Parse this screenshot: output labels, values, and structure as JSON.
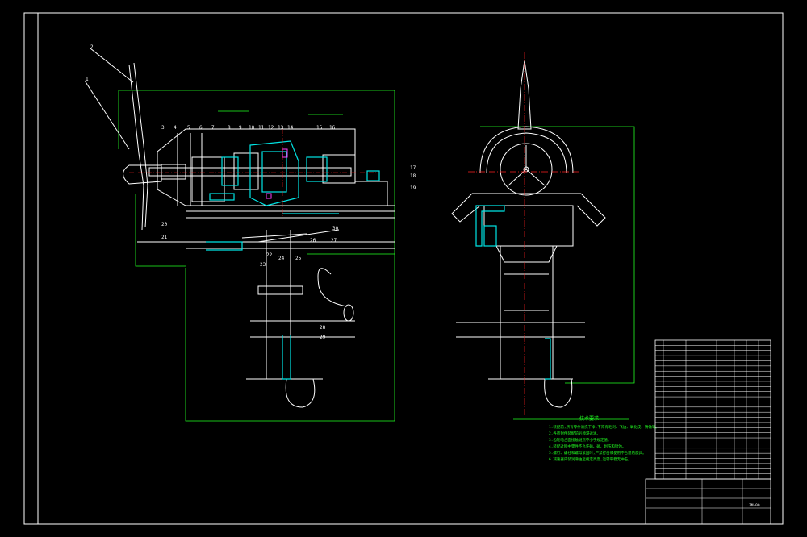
{
  "drawing": {
    "background": "#000000",
    "colors": {
      "frame": "#ffffff",
      "outline": "#22ff22",
      "part": "#ffffff",
      "section": "#00e5e5",
      "centerline": "#ff2020",
      "accent": "#ff40ff"
    }
  },
  "side_view": {
    "callouts": [
      "2",
      "1",
      "3",
      "4",
      "5",
      "6",
      "7",
      "8",
      "9",
      "10",
      "11",
      "12",
      "13",
      "14",
      "15",
      "16",
      "17",
      "18",
      "19",
      "20",
      "21",
      "22",
      "23",
      "24",
      "25",
      "26",
      "27",
      "28",
      "29",
      "30"
    ]
  },
  "tech_notes": {
    "title": "技术要求",
    "lines": [
      "1.装配前,所有零件清洗干净,不得有毛刺、飞边、氧化皮、锈蚀等。",
      "2.各密封件装配前必须浸透油。",
      "3.齿轮啮合面接触斑点不小于规定值。",
      "4.装配过程中零件不允许磕、碰、划伤和锈蚀。",
      "5.螺钉、螺栓和螺母紧固时,严禁打击或使用不合适的旋具。",
      "6.减速器内装润滑油至规定高度,运转平稳无冲击。"
    ]
  },
  "title_block": {
    "drawing_no": "ZM-00",
    "row_count": 27
  }
}
